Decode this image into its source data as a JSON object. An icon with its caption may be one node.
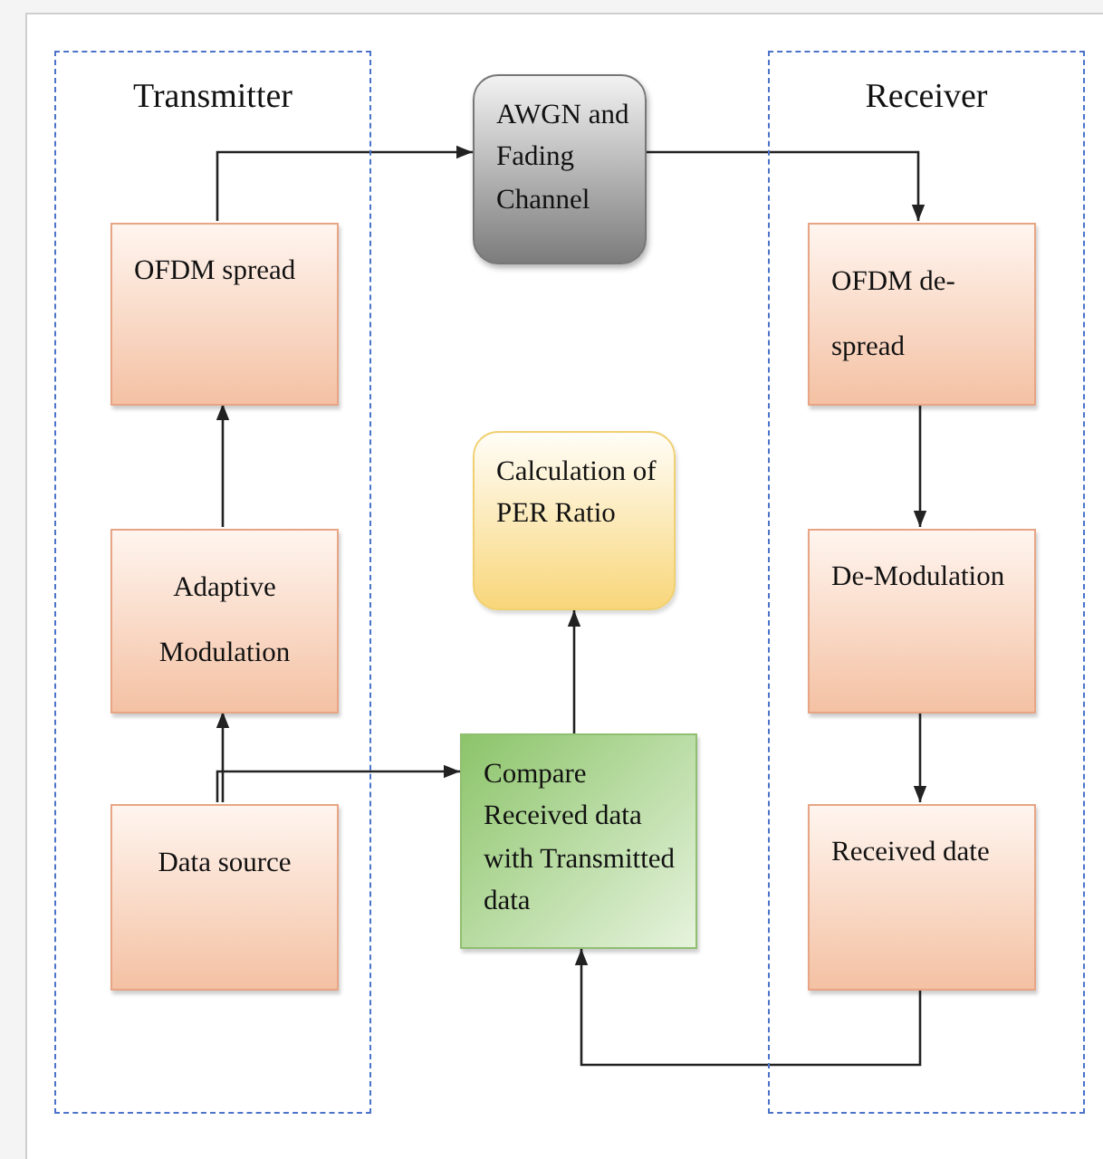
{
  "diagram": {
    "nodes": [
      {
        "text": [
          "Transmitter"
        ]
      },
      {
        "text": [
          "OFDM spread"
        ],
        "in": 0
      },
      {
        "text": [
          "Adaptive Modulation"
        ],
        "in": 0
      },
      {
        "text": [
          "Data source"
        ],
        "in": 0
      },
      {
        "text": [
          "AWGN and Fading Channel"
        ]
      },
      {
        "text": [
          "Calculation of PER Ratio"
        ]
      },
      {
        "text": [
          "Compare Received data with Transmitted data"
        ]
      },
      {
        "text": [
          "Receiver"
        ]
      },
      {
        "text": [
          "OFDM de- spread"
        ],
        "in": 7
      },
      {
        "text": [
          "De-Modulation"
        ],
        "in": 7
      },
      {
        "text": [
          "Received date"
        ],
        "in": 7
      }
    ],
    "edges": [
      {
        "from": 3,
        "to": 2,
        "arrow": "to"
      },
      {
        "from": 3,
        "to": 6,
        "arrow": "to"
      },
      {
        "from": 2,
        "to": 1,
        "arrow": "to"
      },
      {
        "from": 1,
        "to": 4,
        "arrow": "to"
      },
      {
        "from": 4,
        "to": 8,
        "arrow": "to"
      },
      {
        "from": 8,
        "to": 9,
        "arrow": "to"
      },
      {
        "from": 9,
        "to": 10,
        "arrow": "to"
      },
      {
        "from": 10,
        "to": 6,
        "arrow": "to"
      },
      {
        "from": 6,
        "to": 5,
        "arrow": "to"
      }
    ]
  }
}
